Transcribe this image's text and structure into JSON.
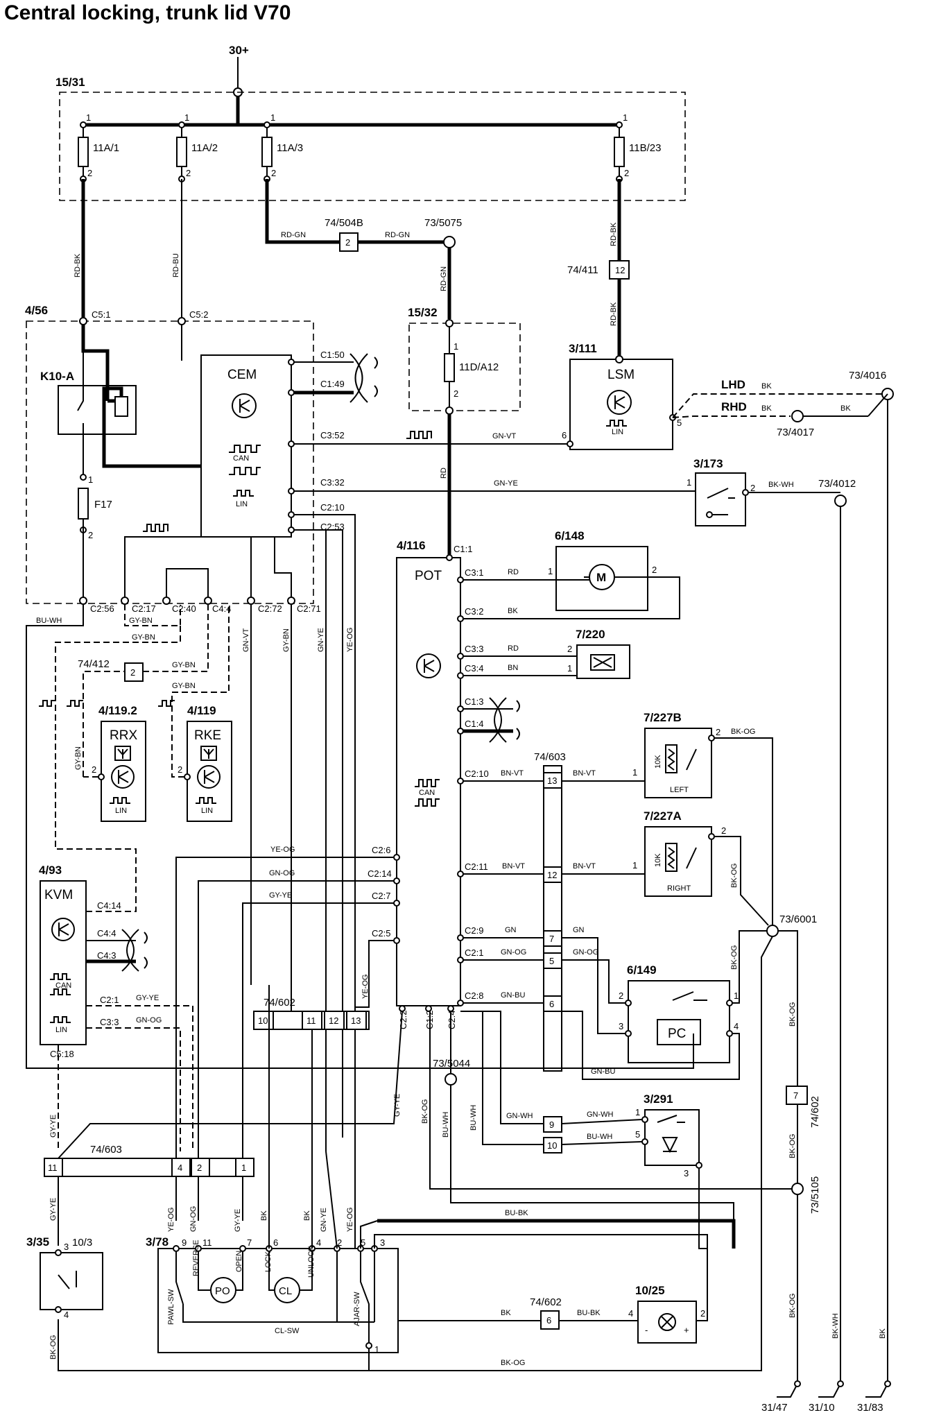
{
  "title": "Central locking, trunk lid V70",
  "supply": "30+",
  "fusebox": {
    "id": "15/31",
    "fuses": [
      "11A/1",
      "11A/2",
      "11A/3",
      "11B/23"
    ],
    "pin_top": "1",
    "pin_bottom": "2"
  },
  "relay_fusebox": {
    "id": "15/32",
    "fuse": "11D/A12"
  },
  "cem_box": {
    "id": "4/56",
    "relay": "K10-A",
    "fuse": "F17",
    "module": "CEM",
    "can": "CAN",
    "lin": "LIN",
    "connectors": [
      "C5:1",
      "C5:2",
      "C1:50",
      "C1:49",
      "C3:52",
      "C3:32",
      "C2:10",
      "C2:53",
      "C2:56",
      "C2:17",
      "C2:40",
      "C4:4",
      "C2:72",
      "C2:71"
    ]
  },
  "lsm": {
    "id": "3/111",
    "module": "LSM",
    "lin": "LIN",
    "lhd": "LHD",
    "rhd": "RHD"
  },
  "switch_3_173": {
    "id": "3/173"
  },
  "pot": {
    "id": "4/116",
    "module": "POT",
    "can": "CAN",
    "connectors": [
      "C1:1",
      "C3:1",
      "C3:2",
      "C3:3",
      "C3:4",
      "C1:3",
      "C1:4",
      "C2:10",
      "C2:11",
      "C2:6",
      "C2:14",
      "C2:7",
      "C2:5",
      "C2:9",
      "C2:1",
      "C2:8",
      "C2:2",
      "C1:2",
      "C2:4"
    ]
  },
  "motor_6_148": {
    "id": "6/148"
  },
  "comp_7_220": {
    "id": "7/220"
  },
  "sensor_left": {
    "id": "7/227B",
    "side": "LEFT",
    "res": "10K"
  },
  "sensor_right": {
    "id": "7/227A",
    "side": "RIGHT",
    "res": "10K"
  },
  "rrx": {
    "id": "4/119.2",
    "module": "RRX",
    "lin": "LIN"
  },
  "rke": {
    "id": "4/119",
    "module": "RKE",
    "lin": "LIN"
  },
  "kvm": {
    "id": "4/93",
    "module": "KVM",
    "can": "CAN",
    "lin": "LIN",
    "connectors": [
      "C4:14",
      "C4:4",
      "C4:3",
      "C2:1",
      "C3:3",
      "C5:18"
    ]
  },
  "pc_6_149": {
    "id": "6/149",
    "module": "PC"
  },
  "switch_3_291": {
    "id": "3/291"
  },
  "switch_3_35": {
    "id": "3/35",
    "ref": "10/3"
  },
  "lock_3_78": {
    "id": "3/78",
    "po": "PO",
    "cl": "CL",
    "labels": [
      "REVERSE",
      "OPEN",
      "LOCK",
      "UNLOCK",
      "PAWL-SW",
      "CL-SW",
      "AJAR-SW"
    ]
  },
  "lamp_10_25": {
    "id": "10/25"
  },
  "connectors": {
    "c74_504B": "74/504B",
    "c74_411": "74/411",
    "c74_412": "74/412",
    "c74_603": "74/603",
    "c74_602": "74/602"
  },
  "splices": {
    "s73_5075": "73/5075",
    "s73_4016": "73/4016",
    "s73_4017": "73/4017",
    "s73_4012": "73/4012",
    "s73_6001": "73/6001",
    "s73_5044": "73/5044",
    "s73_5105": "73/5105"
  },
  "grounds": [
    "31/47",
    "31/10",
    "31/83"
  ],
  "wire_colors": [
    "RD-BK",
    "RD-BU",
    "RD-GN",
    "RD",
    "GN-VT",
    "GN-YE",
    "BK-WH",
    "BK",
    "BU-WH",
    "GY-BN",
    "GN-VT",
    "GY-BN",
    "GN-YE",
    "YE-OG",
    "BN",
    "BN-VT",
    "BK-OG",
    "GN",
    "GN-OG",
    "GN-BU",
    "GN-WH",
    "GY-YE",
    "BU-BK",
    "BU-WH"
  ]
}
